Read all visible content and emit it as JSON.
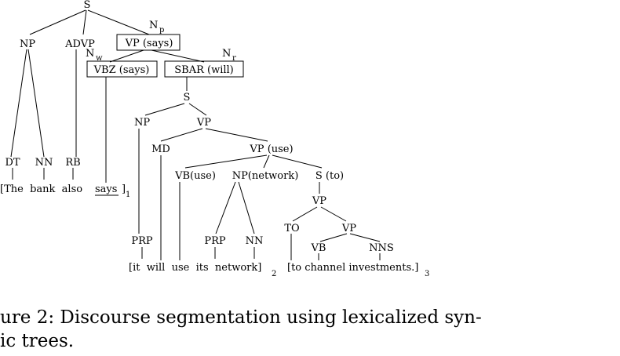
{
  "nodes": {
    "root_s": "S",
    "np_left": "NP",
    "advp": "ADVP",
    "vp_says": "VP (says)",
    "n_p": "N",
    "n_p_sub": "p",
    "n_w": "N",
    "n_w_sub": "w",
    "n_r": "N",
    "n_r_sub": "r",
    "vbz_says": "VBZ (says)",
    "sbar_will": "SBAR (will)",
    "s2": "S",
    "np2": "NP",
    "vp2": "VP",
    "md": "MD",
    "vp_use": "VP (use)",
    "vb_use": "VB(use)",
    "np_network": "NP(network)",
    "s_to": "S (to)",
    "vp3": "VP",
    "to": "TO",
    "vp4": "VP",
    "vb2": "VB",
    "nns": "NNS",
    "dt": "DT",
    "nn1": "NN",
    "rb": "RB",
    "prp1": "PRP",
    "prp2": "PRP",
    "nn2": "NN"
  },
  "segments": {
    "seg1_text": "[The  bank  also",
    "seg1_underlined": "says",
    "seg1_close": "]",
    "seg1_index": "1",
    "seg2_text": "[it  will  use  its  network]",
    "seg2_index": "2",
    "seg3_text": "[to channel investments.]",
    "seg3_index": "3"
  },
  "caption": {
    "line1": "ure 2:  Discourse segmentation using lexicalized syn-",
    "line2": "ic trees."
  }
}
